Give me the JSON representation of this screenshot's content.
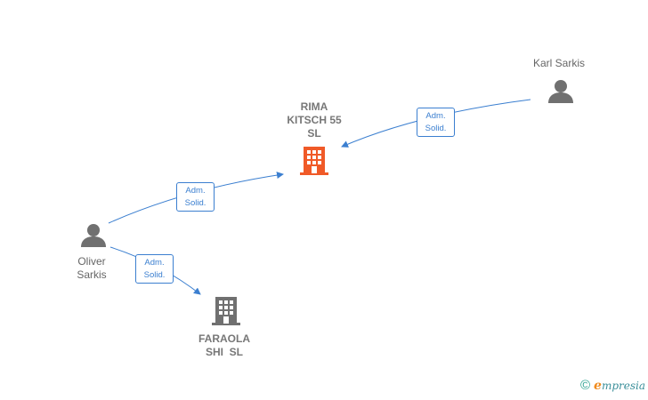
{
  "nodes": {
    "rima": {
      "label_lines": [
        "RIMA",
        "KITSCH 55",
        "SL"
      ],
      "type": "company",
      "color": "#f05a28"
    },
    "faraola": {
      "label_lines": [
        "FARAOLA",
        "SHI  SL"
      ],
      "type": "company",
      "color": "#707070"
    },
    "karl": {
      "label_lines": [
        "Karl Sarkis"
      ],
      "type": "person",
      "color": "#707070"
    },
    "oliver": {
      "label_lines": [
        "Oliver",
        "Sarkis"
      ],
      "type": "person",
      "color": "#707070"
    }
  },
  "edges": [
    {
      "from": "Karl Sarkis",
      "to": "RIMA KITSCH 55 SL",
      "label_lines": [
        "Adm.",
        "Solid."
      ]
    },
    {
      "from": "Oliver Sarkis",
      "to": "RIMA KITSCH 55 SL",
      "label_lines": [
        "Adm.",
        "Solid."
      ]
    },
    {
      "from": "Oliver Sarkis",
      "to": "FARAOLA SHI SL",
      "label_lines": [
        "Adm.",
        "Solid."
      ]
    }
  ],
  "footer": {
    "copyright_symbol": "©",
    "brand_initial": "e",
    "brand_rest": "mpresia"
  },
  "colors": {
    "edge": "#3b7fd0",
    "highlight_company": "#f05a28",
    "neutral": "#707070"
  }
}
